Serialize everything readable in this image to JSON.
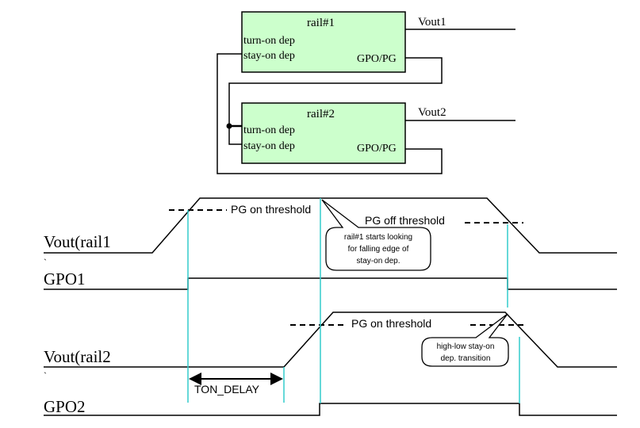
{
  "colors": {
    "block_fill": "#ccffcc",
    "line": "#000000",
    "marker": "#33cccc",
    "background": "#ffffff"
  },
  "blocks": {
    "rail1": {
      "title": "rail#1",
      "turn_on": "turn-on dep",
      "stay_on": "stay-on dep",
      "gpo": "GPO/PG",
      "output": "Vout1"
    },
    "rail2": {
      "title": "rail#2",
      "turn_on": "turn-on dep",
      "stay_on": "stay-on dep",
      "gpo": "GPO/PG",
      "output": "Vout2"
    }
  },
  "signals": {
    "vout_rail1": "Vout(rail1",
    "vout_rail1_suffix": "`",
    "gpo1": "GPO1",
    "vout_rail2": "Vout(rail2",
    "vout_rail2_suffix": "`",
    "gpo2": "GPO2"
  },
  "annotations": {
    "pg_on_threshold_1": "PG on threshold",
    "pg_off_threshold": "PG off threshold",
    "pg_on_threshold_2": "PG on threshold",
    "ton_delay": "TON_DELAY"
  },
  "callouts": {
    "callout1": [
      "rail#1 starts looking",
      "for falling edge of",
      "stay-on dep."
    ],
    "callout2": [
      "high-low stay-on",
      "dep. transition"
    ]
  }
}
